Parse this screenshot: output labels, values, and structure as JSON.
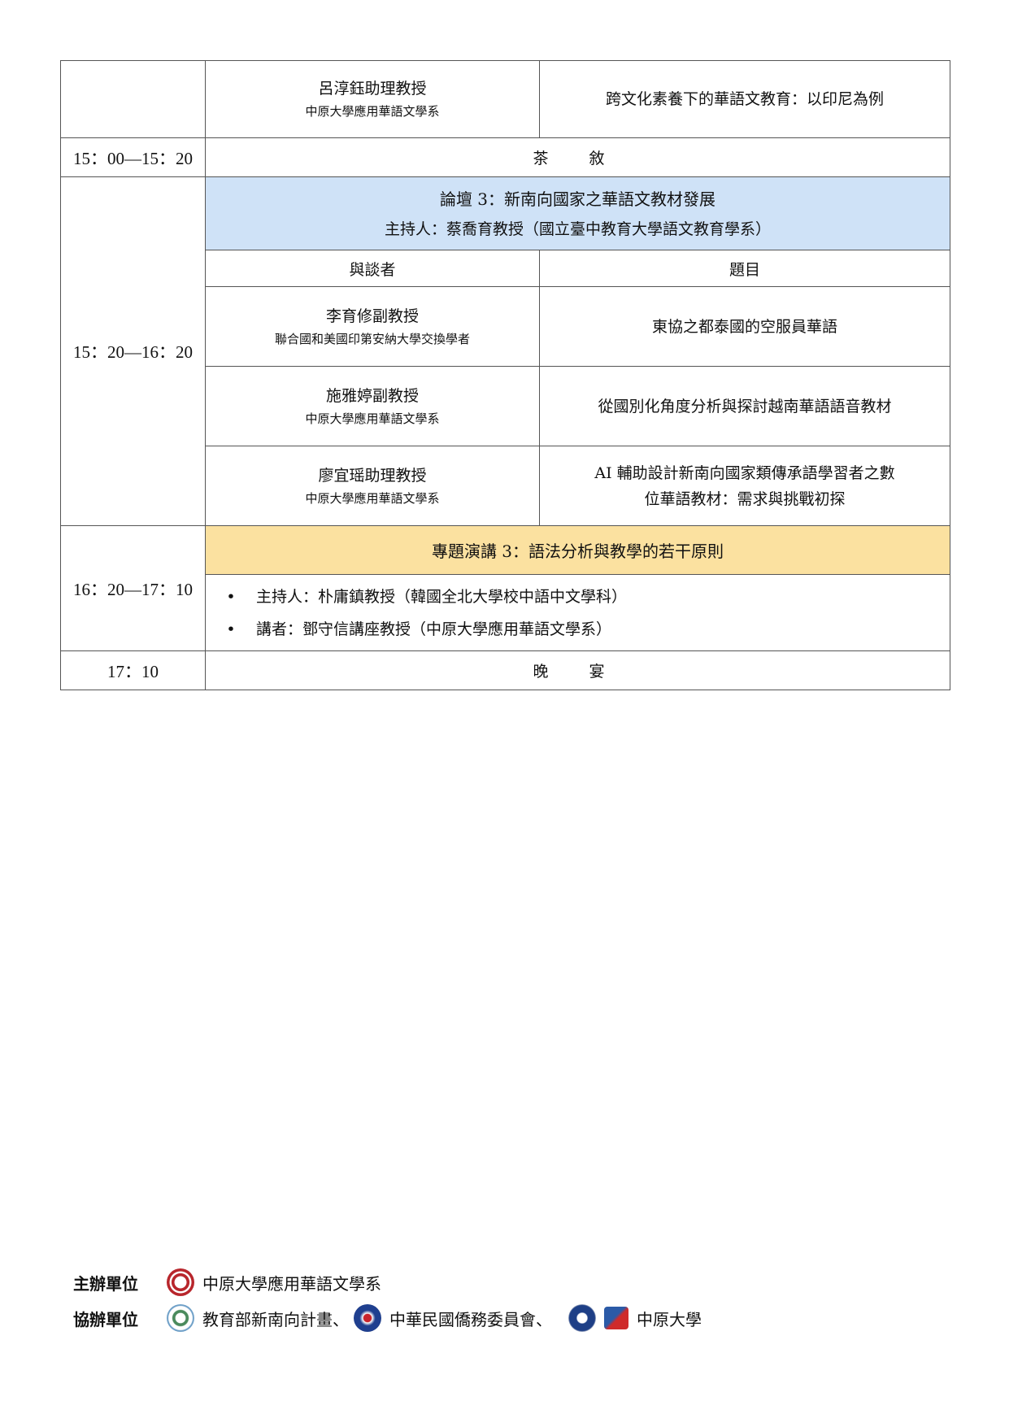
{
  "row1": {
    "speaker_name": "呂淳鈺助理教授",
    "speaker_aff": "中原大學應用華語文學系",
    "topic": "跨文化素養下的華語文教育：以印尼為例"
  },
  "break": {
    "time": "15：00—15：20",
    "label": "茶 敘"
  },
  "forum3": {
    "time": "15：20—16：20",
    "title": "論壇 3：新南向國家之華語文教材發展",
    "host": "主持人：蔡喬育教授（國立臺中教育大學語文教育學系）",
    "col_speaker": "與談者",
    "col_topic": "題目",
    "rows": [
      {
        "name": "李育修副教授",
        "aff": "聯合國和美國印第安納大學交換學者",
        "topic": "東協之都泰國的空服員華語"
      },
      {
        "name": "施雅婷副教授",
        "aff": "中原大學應用華語文學系",
        "topic": "從國別化角度分析與探討越南華語語音教材"
      },
      {
        "name": "廖宜瑶助理教授",
        "aff": "中原大學應用華語文學系",
        "topic": "AI 輔助設計新南向國家類傳承語學習者之數位華語教材：需求與挑戰初探"
      }
    ]
  },
  "keynote3": {
    "time": "16：20—17：10",
    "title": "專題演講 3：語法分析與教學的若干原則",
    "bullet": "•",
    "host": "主持人：朴庸鎮教授（韓國全北大學校中語中文學科）",
    "speaker": "講者：鄧守信講座教授（中原大學應用華語文學系）"
  },
  "dinner": {
    "time": "17：10",
    "label": "晚 宴"
  },
  "footer": {
    "organizer_label": "主辦單位",
    "organizer": "中原大學應用華語文學系",
    "co_label": "協辦單位",
    "co1": "教育部新南向計畫、",
    "co2": "中華民國僑務委員會、",
    "co3": "中原大學"
  }
}
